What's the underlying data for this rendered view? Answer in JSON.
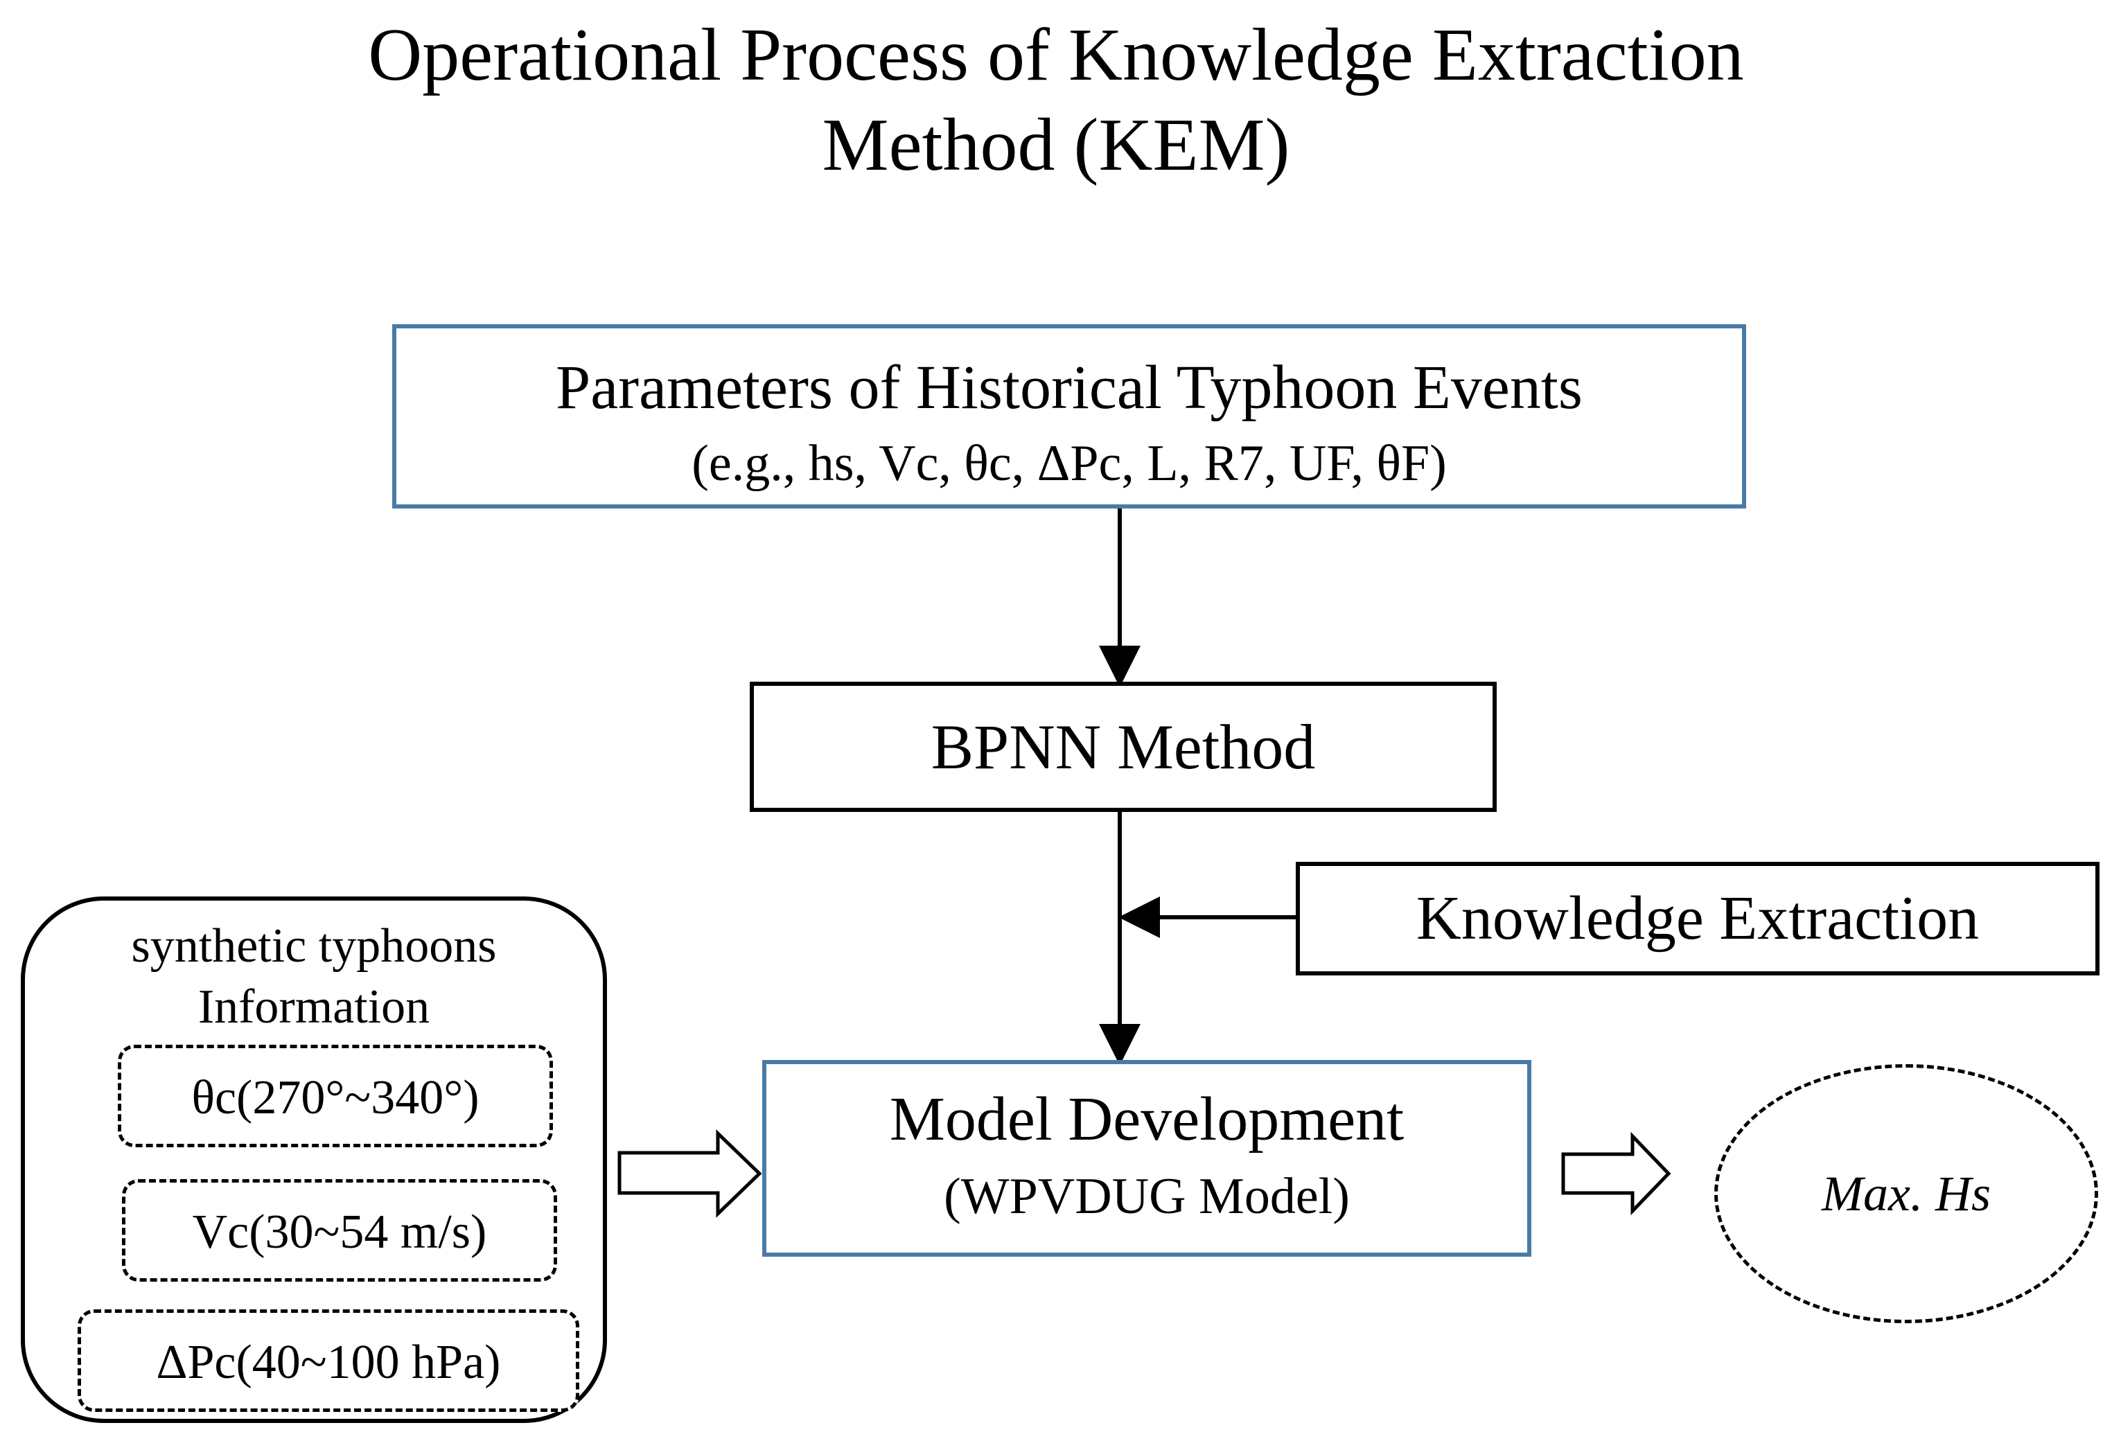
{
  "title": {
    "line1": "Operational Process of Knowledge Extraction",
    "line2": "Method (KEM)"
  },
  "params_box": {
    "title": "Parameters of Historical Typhoon Events",
    "subtitle": "(e.g., hs, Vc, θc, ΔPc, L, R7, UF, θF)"
  },
  "bpnn_box": {
    "label": "BPNN Method"
  },
  "knowledge_extraction_box": {
    "label": "Knowledge Extraction"
  },
  "model_box": {
    "title": "Model Development",
    "subtitle": "(WPVDUG Model)"
  },
  "synthetic_panel": {
    "title_line1": "synthetic typhoons",
    "title_line2": "Information",
    "theta_range": "θc(270°~340°)",
    "vc_range": "Vc(30~54 m/s)",
    "dp_range": "ΔPc(40~100 hPa)"
  },
  "output": {
    "label": "Max. Hs"
  },
  "colors": {
    "blue_border": "#4a7aa6",
    "black": "#000000"
  }
}
